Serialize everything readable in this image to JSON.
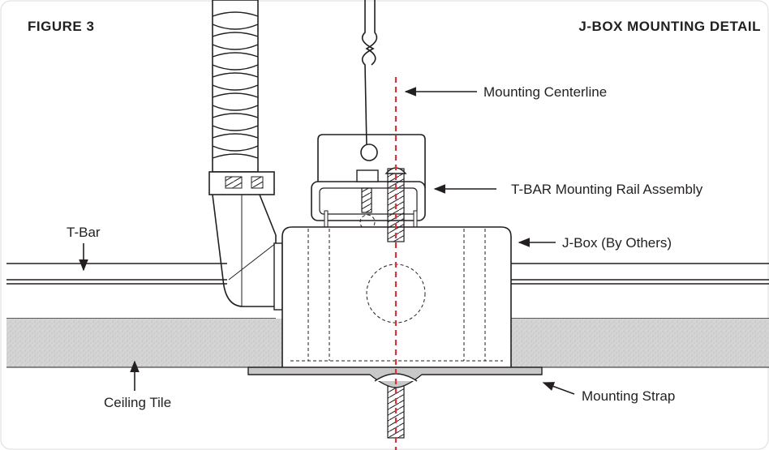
{
  "figure": {
    "number_label": "FIGURE 3",
    "title": "J-BOX MOUNTING DETAIL"
  },
  "callouts": {
    "centerline": "Mounting Centerline",
    "rail_assembly": "T-BAR Mounting Rail Assembly",
    "jbox": "J-Box (By Others)",
    "tbar": "T-Bar",
    "ceiling_tile": "Ceiling Tile",
    "strap": "Mounting Strap"
  },
  "colors": {
    "line": "#231f20",
    "centerline": "#e0313a",
    "ceiling_tile": "#d2d2d2",
    "strap": "#c8c8c8"
  }
}
